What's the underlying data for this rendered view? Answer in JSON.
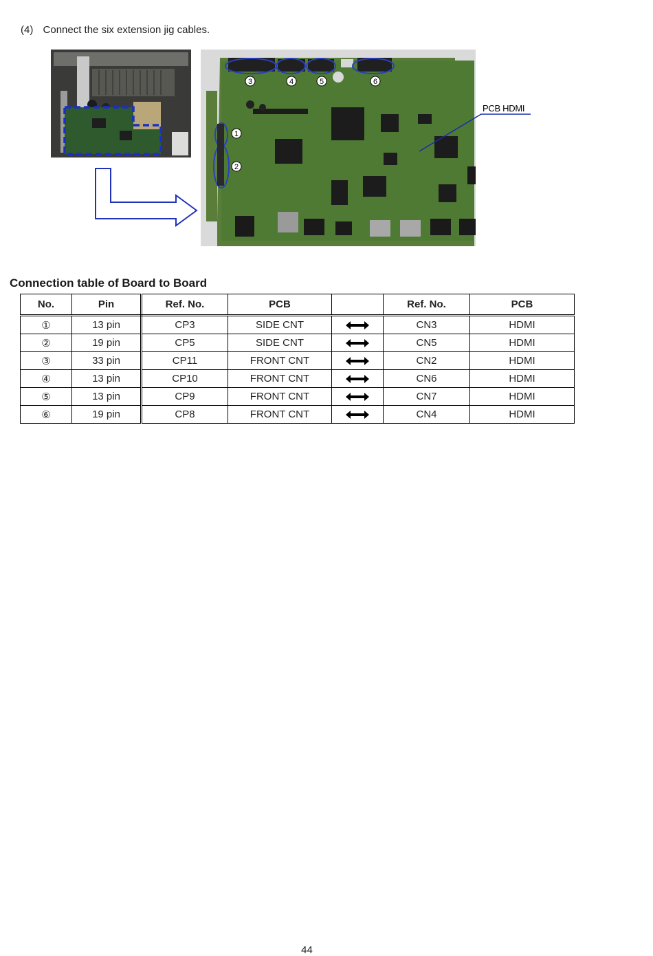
{
  "step": {
    "number": "(4)",
    "text": "Connect the six extension jig cables."
  },
  "figure": {
    "left_photo": "chassis-overview-photo",
    "right_photo": "pcb-hdmi-photo",
    "pcb_label": "PCB HDMI",
    "markers": [
      "1",
      "2",
      "3",
      "4",
      "5",
      "6"
    ],
    "highlight_color": "#2a3fbf",
    "arrow_color": "#2233bb"
  },
  "section_title": "Connection table of Board to Board",
  "table": {
    "headers": [
      "No.",
      "Pin",
      "Ref. No.",
      "PCB",
      "",
      "Ref. No.",
      "PCB"
    ],
    "rows": [
      {
        "no": "①",
        "pin": "13 pin",
        "ref1": "CP3",
        "pcb1": "SIDE CNT",
        "ref2": "CN3",
        "pcb2": "HDMI"
      },
      {
        "no": "②",
        "pin": "19 pin",
        "ref1": "CP5",
        "pcb1": "SIDE CNT",
        "ref2": "CN5",
        "pcb2": "HDMI"
      },
      {
        "no": "③",
        "pin": "33 pin",
        "ref1": "CP11",
        "pcb1": "FRONT CNT",
        "ref2": "CN2",
        "pcb2": "HDMI"
      },
      {
        "no": "④",
        "pin": "13 pin",
        "ref1": "CP10",
        "pcb1": "FRONT CNT",
        "ref2": "CN6",
        "pcb2": "HDMI"
      },
      {
        "no": "⑤",
        "pin": "13 pin",
        "ref1": "CP9",
        "pcb1": "FRONT CNT",
        "ref2": "CN7",
        "pcb2": "HDMI"
      },
      {
        "no": "⑥",
        "pin": "19 pin",
        "ref1": "CP8",
        "pcb1": "FRONT CNT",
        "ref2": "CN4",
        "pcb2": "HDMI"
      }
    ]
  },
  "page_number": "44"
}
